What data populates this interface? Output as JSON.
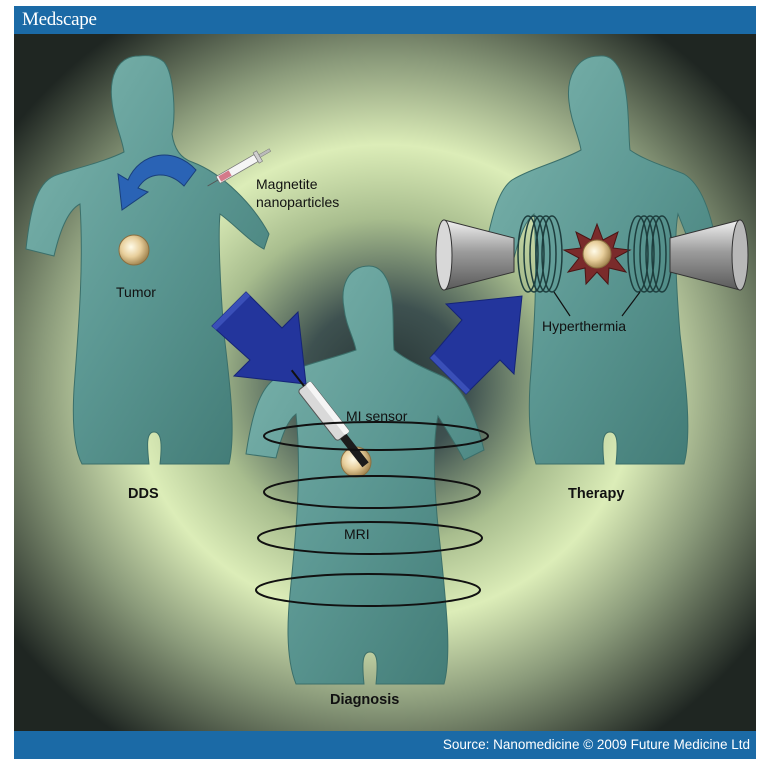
{
  "header": {
    "brand": "Medscape"
  },
  "footer": {
    "source": "Source: Nanomedicine © 2009 Future Medicine Ltd"
  },
  "labels": {
    "magnetite_line1": "Magnetite",
    "magnetite_line2": "nanoparticles",
    "tumor": "Tumor",
    "dds": "DDS",
    "mi_sensor": "MI sensor",
    "mri": "MRI",
    "diagnosis": "Diagnosis",
    "hyperthermia": "Hyperthermia",
    "therapy": "Therapy"
  },
  "colors": {
    "brand_blue": "#1b6aa6",
    "body_teal": "#5f9e98",
    "arrow_blue": "#23359c",
    "tumor": "#e8d3a8",
    "background_center": "#2a3a3a",
    "background_glow": "#dcedb8"
  }
}
